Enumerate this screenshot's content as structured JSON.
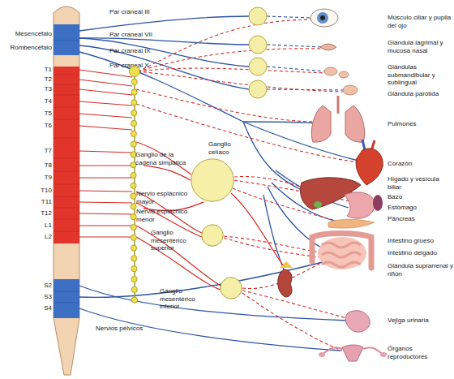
{
  "diagram": {
    "nodes": [
      {
        "text": [
          "Ganglio de la cadena simpática"
        ]
      },
      {
        "text": [
          "Ganglio celíaco"
        ]
      },
      {
        "text": [
          "Ganglio mesentérico superior"
        ]
      },
      {
        "text": [
          "Ganglio mesentérico inferior"
        ]
      }
    ],
    "edges": [
      {
        "from": 0,
        "to": 1,
        "arrow": "none",
        "label": "Nervio esplácnico mayor"
      },
      {
        "from": 0,
        "to": 1,
        "arrow": "none",
        "label": "Nervio esplácnico menor"
      }
    ],
    "labels": [
      "Mesencéfalo",
      "Rombencéfalo",
      "T1",
      "T2",
      "T3",
      "T4",
      "T5",
      "T6",
      "T7",
      "T8",
      "T9",
      "T10",
      "T11",
      "T12",
      "L1",
      "L2",
      "S2",
      "S3",
      "S4",
      "Nervios pélvicos",
      "Par craneal III",
      "Par craneal VII",
      "Par craneal IX",
      "Par craneal X",
      "Músculo ciliar y pupila del ojo",
      "Glándula lagrimal y mucosa nasal",
      "Glándulas submandibular y sublingual",
      "Glándula parótida",
      "Pulmones",
      "Corazón",
      "Hígado y vesícula biliar",
      "Bazo",
      "Estómago",
      "Páncreas",
      "Intestino grueso",
      "Intestino delgado",
      "Glándula suprarrenal y riñón",
      "Vejiga urinaria",
      "Órganos reproductores"
    ]
  }
}
